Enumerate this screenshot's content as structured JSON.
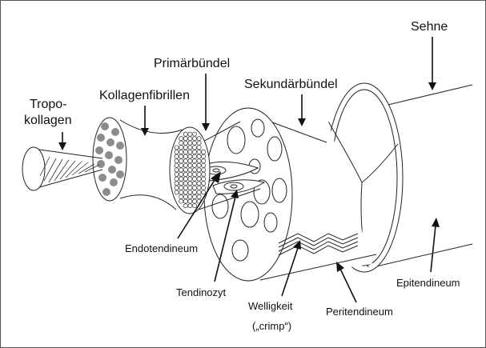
{
  "diagram": {
    "labels": {
      "tropokollagen_line1": "Tropo-",
      "tropokollagen_line2": "kollagen",
      "kollagenfibrillen": "Kollagenfibrillen",
      "primaerbuendel": "Primärbündel",
      "sekundaerbuendel": "Sekundärbündel",
      "sehne": "Sehne",
      "endotendineum": "Endotendineum",
      "tendinozyt": "Tendinozyt",
      "welligkeit": "Welligkeit",
      "crimp": "(„crimp“)",
      "peritendineum": "Peritendineum",
      "epitendineum": "Epitendineum"
    }
  }
}
